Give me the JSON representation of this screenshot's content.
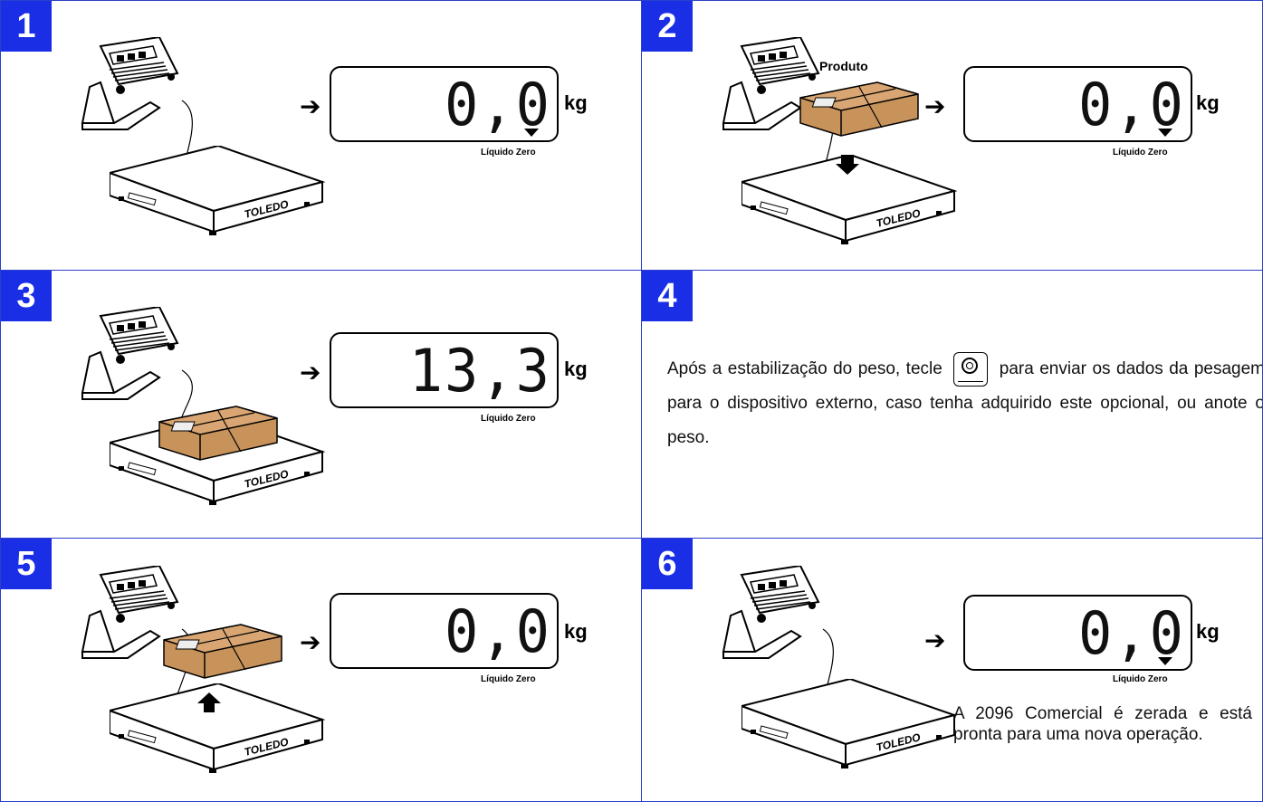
{
  "steps": [
    {
      "number": "1",
      "reading": "0,0",
      "unit": "kg",
      "caption": "Líquido Zero"
    },
    {
      "number": "2",
      "reading": "0,0",
      "unit": "kg",
      "caption": "Líquido Zero",
      "product_label": "Produto"
    },
    {
      "number": "3",
      "reading": "13,3",
      "unit": "kg",
      "caption": "Líquido Zero"
    },
    {
      "number": "4",
      "text_before": "Após a estabilização do peso, tecle",
      "text_after": "para enviar os dados da pesagem para o dispositivo externo, caso tenha adquirido este opcional, ou anote o peso."
    },
    {
      "number": "5",
      "reading": "0,0",
      "unit": "kg",
      "caption": "Líquido Zero"
    },
    {
      "number": "6",
      "reading": "0,0",
      "unit": "kg",
      "caption": "Líquido Zero",
      "note": "A 2096 Comercial é zerada e está pronta para uma nova operação."
    }
  ],
  "arrow_glyph": "➔",
  "platform_brand": "TOLEDO",
  "colors": {
    "badge": "#1a2ee6",
    "border": "#2a3fc8",
    "box": "#c8935a"
  }
}
